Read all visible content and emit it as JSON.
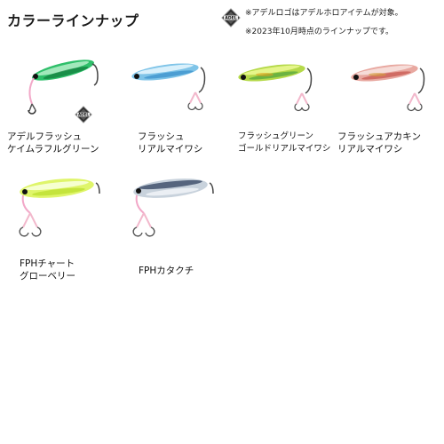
{
  "header": {
    "title": "カラーラインナップ",
    "badge_text": "ADEL",
    "notes": [
      "※アデルロゴはアデルホロアイテムが対象。",
      "※2023年10月時点のラインナップです。"
    ]
  },
  "colors": [
    {
      "line1": "アデルフラッシュ",
      "line2": "ケイムラフルグリーン",
      "icon": "jig-lure-icon",
      "body_color": "#2fbf6a",
      "accent_color": "#0f7a3a",
      "adel": true
    },
    {
      "line1": "フラッシュ",
      "line2": "リアルマイワシ",
      "icon": "jig-lure-icon",
      "body_color": "#7fc4e8",
      "accent_color": "#2a86c4",
      "adel": false
    },
    {
      "line1": "フラッシュグリーン",
      "line2": "ゴールドリアルマイワシ",
      "icon": "jig-lure-icon",
      "body_color": "#b5d94a",
      "accent_color": "#3c9a3c",
      "adel": false
    },
    {
      "line1": "フラッシュアカキン",
      "line2": "リアルマイワシ",
      "icon": "jig-lure-icon",
      "body_color": "#e8a8a0",
      "accent_color": "#c0443c",
      "adel": false
    },
    {
      "line1": "FPHチャート",
      "line2": "グローベリー",
      "icon": "jig-lure-icon",
      "body_color": "#dff56a",
      "accent_color": "#b8dd2a",
      "adel": false
    },
    {
      "line1": "FPHカタクチ",
      "line2": "",
      "icon": "jig-lure-icon",
      "body_color": "#c8d2dc",
      "accent_color": "#5a6a80",
      "adel": false
    }
  ]
}
